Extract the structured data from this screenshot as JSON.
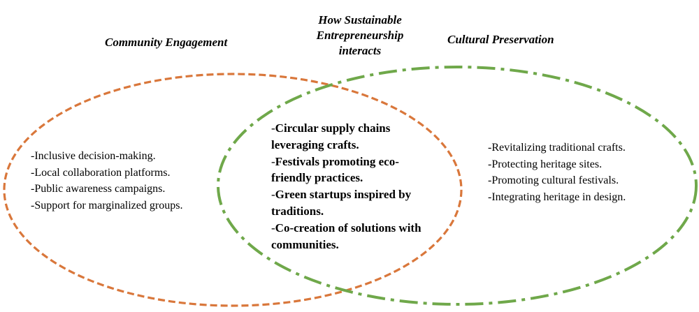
{
  "colors": {
    "community_ellipse": "#D9773B",
    "culture_ellipse": "#6FA84A",
    "text": "#000000",
    "background": "#FFFFFF"
  },
  "headings": {
    "community": "Community Engagement",
    "center": [
      "How Sustainable",
      "Entrepreneurship",
      "interacts"
    ],
    "culture": "Cultural Preservation"
  },
  "community_items": [
    "-Inclusive decision-making.",
    "-Local collaboration platforms.",
    "-Public awareness campaigns.",
    "-Support for marginalized groups."
  ],
  "overlap_items": [
    {
      "dash": "-",
      "lines": [
        "Circular supply chains",
        "leveraging crafts."
      ]
    },
    {
      "dash": "-",
      "lines": [
        "Festivals promoting eco-",
        "friendly practices."
      ]
    },
    {
      "dash": "-",
      "lines": [
        "Green startups inspired by",
        "traditions."
      ]
    },
    {
      "dash": "-",
      "lines": [
        "Co-creation of solutions with",
        "communities."
      ]
    }
  ],
  "culture_items": [
    "-Revitalizing traditional crafts.",
    "-Protecting heritage sites.",
    "-Promoting cultural festivals.",
    "-Integrating heritage in design."
  ]
}
